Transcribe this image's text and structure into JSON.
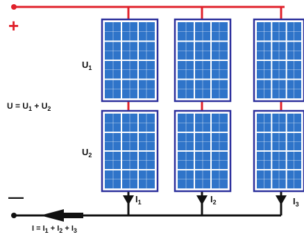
{
  "colors": {
    "positive_wire": "#e0202a",
    "negative_wire": "#111111",
    "panel_frame": "#2b2f9c",
    "cell_fill": "#2f74c9",
    "cell_grid": "#ffffff",
    "plus_sign": "#e0202a"
  },
  "signs": {
    "plus": "+",
    "minus": "—"
  },
  "labels": {
    "u1": {
      "main": "U",
      "sub": "1"
    },
    "u2": {
      "main": "U",
      "sub": "2"
    },
    "voltage_eq": {
      "lhs": "U = U",
      "s1": "1",
      "plus": " + U",
      "s2": "2"
    },
    "current_eq": {
      "lhs": "I = I",
      "s1": "1",
      "p1": " + I",
      "s2": "2",
      "p2": " + I",
      "s3": "3"
    },
    "i1": {
      "main": "I",
      "sub": "1"
    },
    "i2": {
      "main": "I",
      "sub": "2"
    },
    "i3": {
      "main": "I",
      "sub": "3"
    }
  },
  "diagram": {
    "strings": 3,
    "panels_per_string": 2,
    "arrangement": "three parallel strings of two series-connected solar panels",
    "icons": [
      "solar-panel-icon",
      "current-arrow-icon"
    ]
  }
}
